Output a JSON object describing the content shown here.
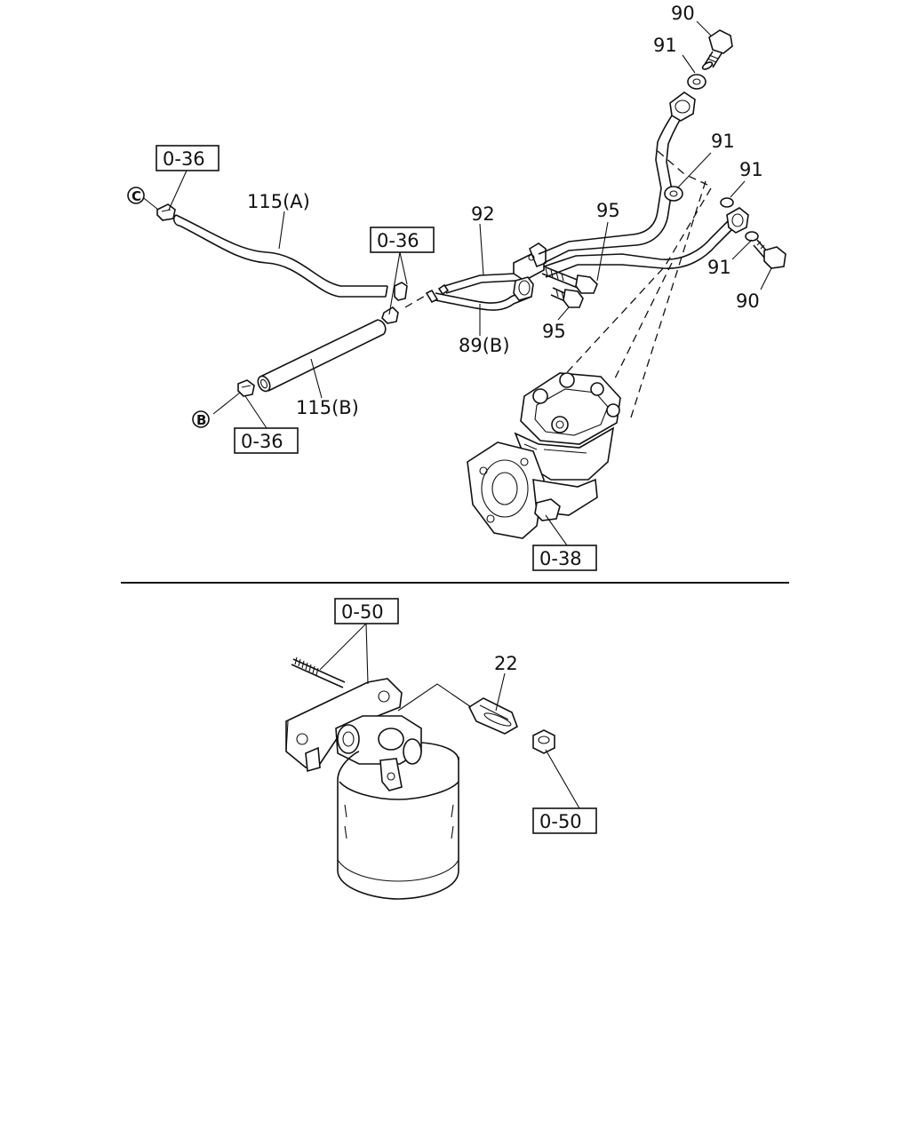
{
  "callouts": {
    "c90_top": "90",
    "c91_top": "91",
    "c91_mid": "91",
    "c91_right": "91",
    "c91_right2": "91",
    "c90_right": "90",
    "c92": "92",
    "c95_top": "95",
    "c95_bottom": "95",
    "c89b": "89(B)",
    "c115a": "115(A)",
    "c115b": "115(B)",
    "c22": "22"
  },
  "refs": {
    "r036_left": "0-36",
    "r036_mid": "0-36",
    "r036_bottom": "0-36",
    "r038": "0-38",
    "r050_top": "0-50",
    "r050_right": "0-50"
  },
  "connectors": {
    "c_letter": "C",
    "b_letter": "B"
  }
}
